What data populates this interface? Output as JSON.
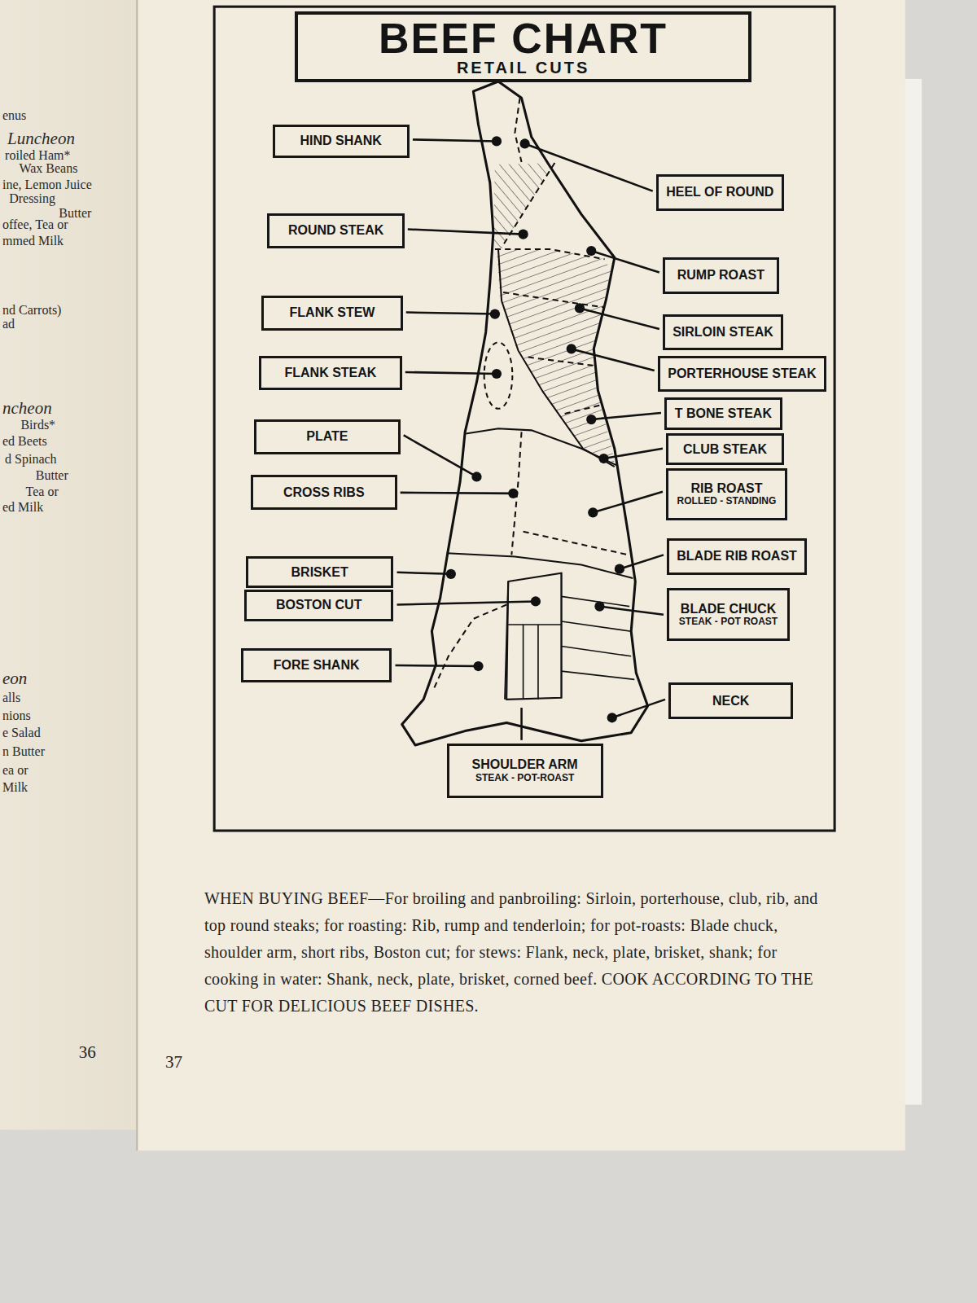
{
  "diagram": {
    "caption": "WHEN BUYING BEEF—For broiling and panbroiling: Sirloin, porterhouse, club, rib, and top round steaks; for roasting: Rib, rump and tenderloin; for pot-roasts: Blade chuck, shoulder arm, short ribs, Boston cut; for stews: Flank, neck, plate, brisket, shank; for cooking in water: Shank, neck, plate, brisket, corned beef. COOK ACCORDING TO THE CUT FOR DELICIOUS BEEF DISHES.",
    "nodes": [
      {
        "text": [
          "BEEF CHART",
          "RETAIL CUTS"
        ]
      },
      {
        "text": [
          "HIND SHANK"
        ]
      },
      {
        "text": [
          "HEEL OF ROUND"
        ]
      },
      {
        "text": [
          "ROUND STEAK"
        ]
      },
      {
        "text": [
          "RUMP ROAST"
        ]
      },
      {
        "text": [
          "FLANK STEW"
        ]
      },
      {
        "text": [
          "SIRLOIN STEAK"
        ]
      },
      {
        "text": [
          "FLANK STEAK"
        ]
      },
      {
        "text": [
          "PORTERHOUSE STEAK"
        ]
      },
      {
        "text": [
          "T BONE STEAK"
        ]
      },
      {
        "text": [
          "PLATE"
        ]
      },
      {
        "text": [
          "CLUB STEAK"
        ]
      },
      {
        "text": [
          "CROSS RIBS"
        ]
      },
      {
        "text": [
          "RIB ROAST",
          "ROLLED - STANDING"
        ]
      },
      {
        "text": [
          "BLADE RIB ROAST"
        ]
      },
      {
        "text": [
          "BRISKET"
        ]
      },
      {
        "text": [
          "BOSTON CUT"
        ]
      },
      {
        "text": [
          "BLADE CHUCK",
          "STEAK - POT ROAST"
        ]
      },
      {
        "text": [
          "FORE SHANK"
        ]
      },
      {
        "text": [
          "NECK"
        ]
      },
      {
        "text": [
          "SHOULDER ARM",
          "STEAK - POT-ROAST"
        ]
      }
    ],
    "labels": [
      "enus",
      "Luncheon",
      "roiled Ham*",
      "Wax Beans",
      "ine, Lemon Juice",
      "Dressing",
      "Butter",
      "offee, Tea or",
      "mmed Milk",
      "nd Carrots)",
      "ad",
      "ncheon",
      "Birds*",
      "ed Beets",
      "d Spinach",
      "Butter",
      "Tea or",
      "ed Milk",
      "eon",
      "alls",
      "nions",
      "e Salad",
      "n Butter",
      "ea or",
      "Milk",
      "36",
      "37"
    ]
  }
}
